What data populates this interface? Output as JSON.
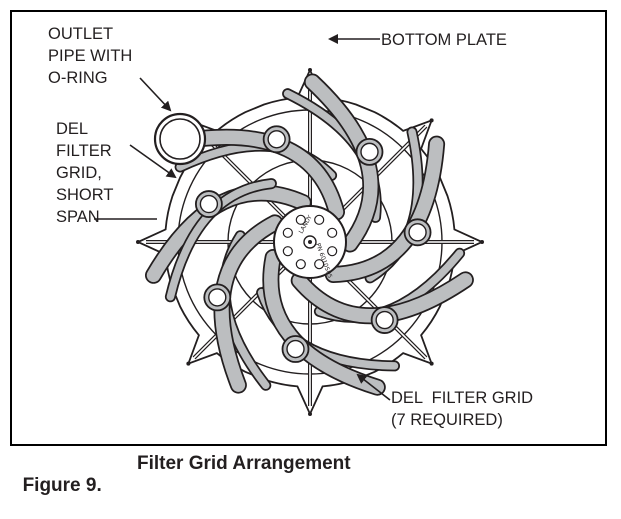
{
  "figure": {
    "number": "Figure 9.",
    "title": "Filter Grid Arrangement"
  },
  "labels": {
    "outlet_pipe": "OUTLET\nPIPE WITH\nO-RING",
    "bottom_plate": "BOTTOM PLATE",
    "del_filter_grid_short": "DEL\nFILTER\nGRID,\nSHORT\nSPAN",
    "del_filter_grid": "DEL  FILTER GRID\n(7 REQUIRED)"
  },
  "hub": {
    "brand_text": "LANDY",
    "part_text": "PN 6010505"
  },
  "diagram_meta": {
    "grid_count": 7,
    "line_color": "#231f20",
    "grid_fill": "#bcbec0"
  }
}
